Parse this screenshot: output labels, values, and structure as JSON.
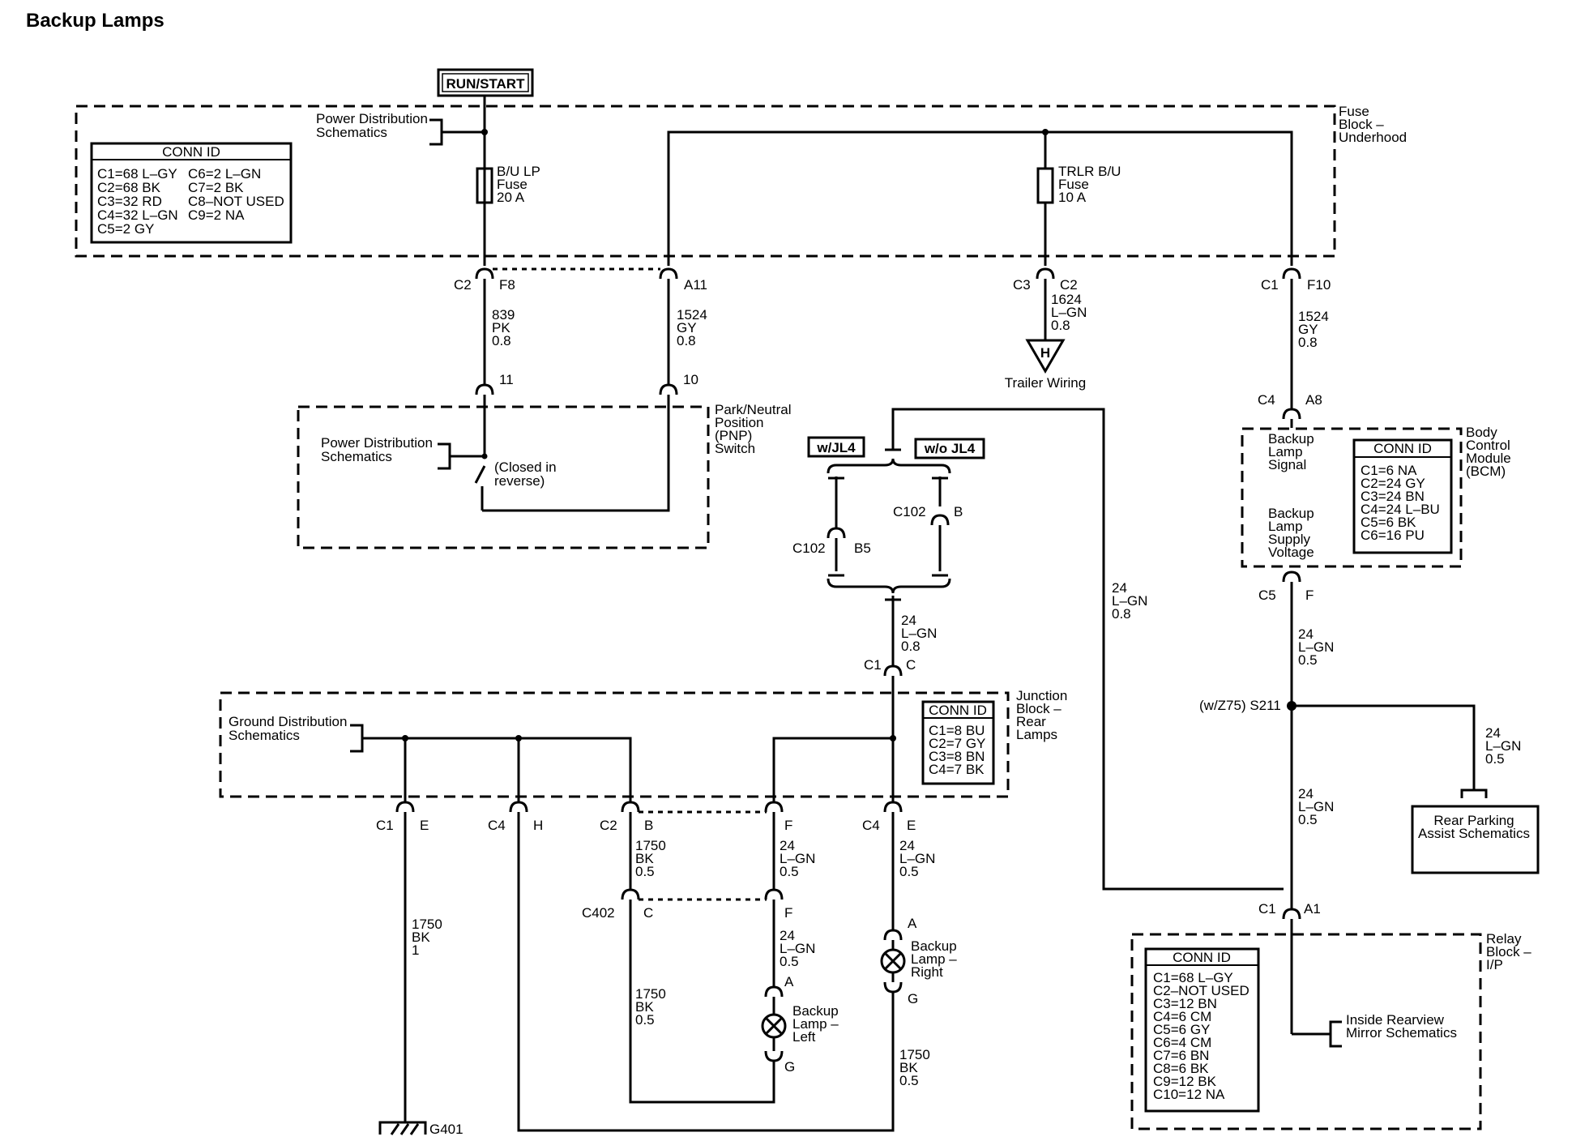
{
  "title": "Backup Lamps",
  "run_start": "RUN/START",
  "fuse_block": [
    "Fuse",
    "Block –",
    "Underhood"
  ],
  "power_dist_1": [
    "Power Distribution",
    "Schematics"
  ],
  "fuse_block_conn": {
    "header": "CONN ID",
    "left": [
      "C1=68 L–GY",
      "C2=68 BK",
      "C3=32 RD",
      "C4=32 L–GN",
      "C5=2 GY"
    ],
    "right": [
      "C6=2 L–GN",
      "C7=2 BK",
      "C8–NOT USED",
      "C9=2 NA"
    ]
  },
  "bulp_fuse": [
    "B/U LP",
    "Fuse",
    "20 A"
  ],
  "trlr_fuse": [
    "TRLR B/U",
    "Fuse",
    "10 A"
  ],
  "c2": "C2",
  "f8": "F8",
  "a11": "A11",
  "c3": "C3",
  "c2b": "C2",
  "c1": "C1",
  "f10": "F10",
  "wire_839": [
    "839",
    "PK",
    "0.8"
  ],
  "wire_1524a": [
    "1524",
    "GY",
    "0.8"
  ],
  "wire_1624": [
    "1624",
    "L–GN",
    "0.8"
  ],
  "wire_1524b": [
    "1524",
    "GY",
    "0.8"
  ],
  "trailer_h": "H",
  "trailer_wiring": "Trailer Wiring",
  "pin_11": "11",
  "pin_10": "10",
  "pnp": [
    "Park/Neutral",
    "Position",
    "(PNP)",
    "Switch"
  ],
  "power_dist_2": [
    "Power Distribution",
    "Schematics"
  ],
  "closed_in": [
    "(Closed in",
    "reverse)"
  ],
  "c4_a8": [
    "C4",
    "A8"
  ],
  "bcm_labels": [
    "Backup",
    "Lamp",
    "Signal"
  ],
  "bcm_supply": [
    "Backup",
    "Lamp",
    "Supply",
    "Voltage"
  ],
  "bcm": [
    "Body",
    "Control",
    "Module",
    "(BCM)"
  ],
  "bcm_conn": {
    "header": "CONN ID",
    "items": [
      "C1=6 NA",
      "C2=24 GY",
      "C3=24 BN",
      "C4=24 L–BU",
      "C5=6 BK",
      "C6=16 PU"
    ]
  },
  "c5_f": [
    "C5",
    "F"
  ],
  "wire_24_a": [
    "24",
    "L–GN",
    "0.5"
  ],
  "s211": "(w/Z75) S211",
  "wire_24_b": [
    "24",
    "L–GN",
    "0.5"
  ],
  "wire_24_c": [
    "24",
    "L–GN",
    "0.5"
  ],
  "rear_parking": [
    "Rear Parking",
    "Assist Schematics"
  ],
  "w_jl4": "w/JL4",
  "wo_jl4": "w/o JL4",
  "c102_b": [
    "C102",
    "B"
  ],
  "c102_b5": [
    "C102",
    "B5"
  ],
  "wire_24_d": [
    "24",
    "L–GN",
    "0.8"
  ],
  "wire_24_e": [
    "24",
    "L–GN",
    "0.8"
  ],
  "c1_c": [
    "C1",
    "C"
  ],
  "jb_rear": [
    "Junction",
    "Block –",
    "Rear",
    "Lamps"
  ],
  "ground_dist": [
    "Ground Distribution",
    "Schematics"
  ],
  "jb_conn": {
    "header": "CONN ID",
    "items": [
      "C1=8 BU",
      "C2=7 GY",
      "C3=8 BN",
      "C4=7 BK"
    ]
  },
  "bottom_pins": {
    "c1e": [
      "C1",
      "E"
    ],
    "c4h": [
      "C4",
      "H"
    ],
    "c2b": [
      "C2",
      "B"
    ],
    "f": "F",
    "c4e": [
      "C4",
      "E"
    ]
  },
  "wire_1750_bk1": [
    "1750",
    "BK",
    "1"
  ],
  "wire_1750_a": [
    "1750",
    "BK",
    "0.5"
  ],
  "wire_24_f": [
    "24",
    "L–GN",
    "0.5"
  ],
  "wire_24_g": [
    "24",
    "L–GN",
    "0.5"
  ],
  "c402_c": [
    "C402",
    "C"
  ],
  "f2": "F",
  "wire_24_h": [
    "24",
    "L–GN",
    "0.5"
  ],
  "wire_1750_b": [
    "1750",
    "BK",
    "0.5"
  ],
  "lamp_left": [
    "Backup",
    "Lamp –",
    "Left"
  ],
  "lamp_right": [
    "Backup",
    "Lamp –",
    "Right"
  ],
  "pin_a_left": "A",
  "pin_g_left": "G",
  "pin_a_right": "A",
  "pin_g_right": "G",
  "wire_1750_c": [
    "1750",
    "BK",
    "0.5"
  ],
  "g401": "G401",
  "c1_a1": [
    "C1",
    "A1"
  ],
  "relay_block": [
    "Relay",
    "Block –",
    "I/P"
  ],
  "relay_conn": {
    "header": "CONN ID",
    "items": [
      "C1=68 L–GY",
      "C2–NOT USED",
      "C3=12 BN",
      "C4=6 CM",
      "C5=6 GY",
      "C6=4 CM",
      "C7=6 BN",
      "C8=6 BK",
      "C9=12 BK",
      "C10=12 NA"
    ]
  },
  "inside_mirror": [
    "Inside Rearview",
    "Mirror Schematics"
  ]
}
